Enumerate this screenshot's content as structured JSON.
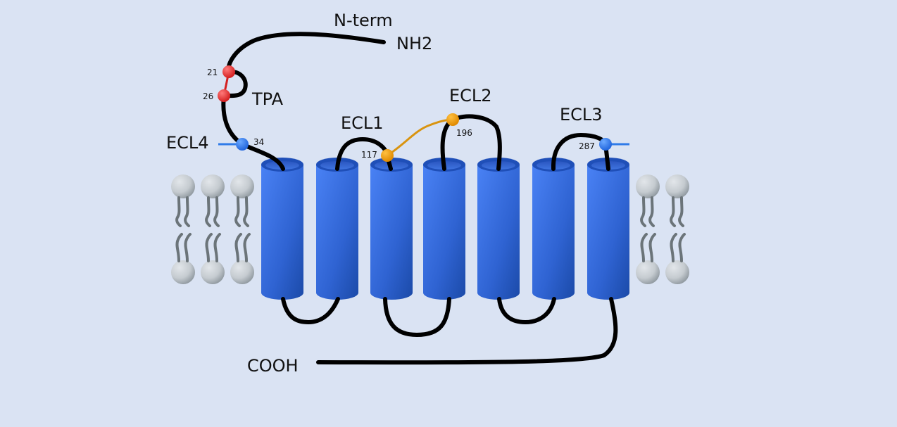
{
  "labels": {
    "n_term": "N-term",
    "nh2": "NH2",
    "tpa": "TPA",
    "ecl1": "ECL1",
    "ecl2": "ECL2",
    "ecl3": "ECL3",
    "ecl4": "ECL4",
    "cooh": "COOH"
  },
  "residues": {
    "r21": "21",
    "r26": "26",
    "r34": "34",
    "r117": "117",
    "r196": "196",
    "r287": "287"
  },
  "colors": {
    "background": "#dae3f3",
    "helix": "#2f66d8",
    "disulfide_red": "#e03030",
    "disulfide_orange": "#e8a010",
    "site_blue": "#2f7be8",
    "chain": "#000000",
    "lipid": "#b8bfc4"
  },
  "helix_count": 7
}
